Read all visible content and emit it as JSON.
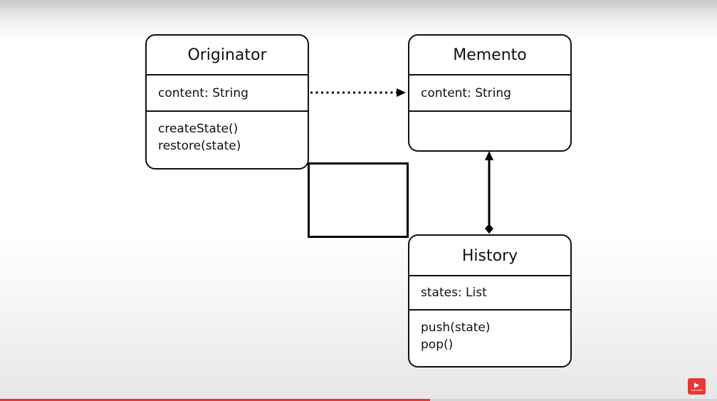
{
  "classes": {
    "originator": {
      "name": "Originator",
      "attributes": [
        "content: String"
      ],
      "operations": [
        "createState()",
        "restore(state)"
      ]
    },
    "memento": {
      "name": "Memento",
      "attributes": [
        "content: String"
      ],
      "operations": []
    },
    "history": {
      "name": "History",
      "attributes": [
        "states: List"
      ],
      "operations": [
        "push(state)",
        "pop()"
      ]
    }
  },
  "relationships": [
    {
      "from": "Originator",
      "to": "Memento",
      "type": "dependency",
      "style": "dotted-arrow"
    },
    {
      "from": "History",
      "to": "Memento",
      "type": "aggregation",
      "style": "diamond-at-history-arrow-to-memento"
    }
  ],
  "video": {
    "progress": 0.6,
    "subscribe_label": "SUBSCRIBE",
    "accent_color": "#e53935"
  }
}
